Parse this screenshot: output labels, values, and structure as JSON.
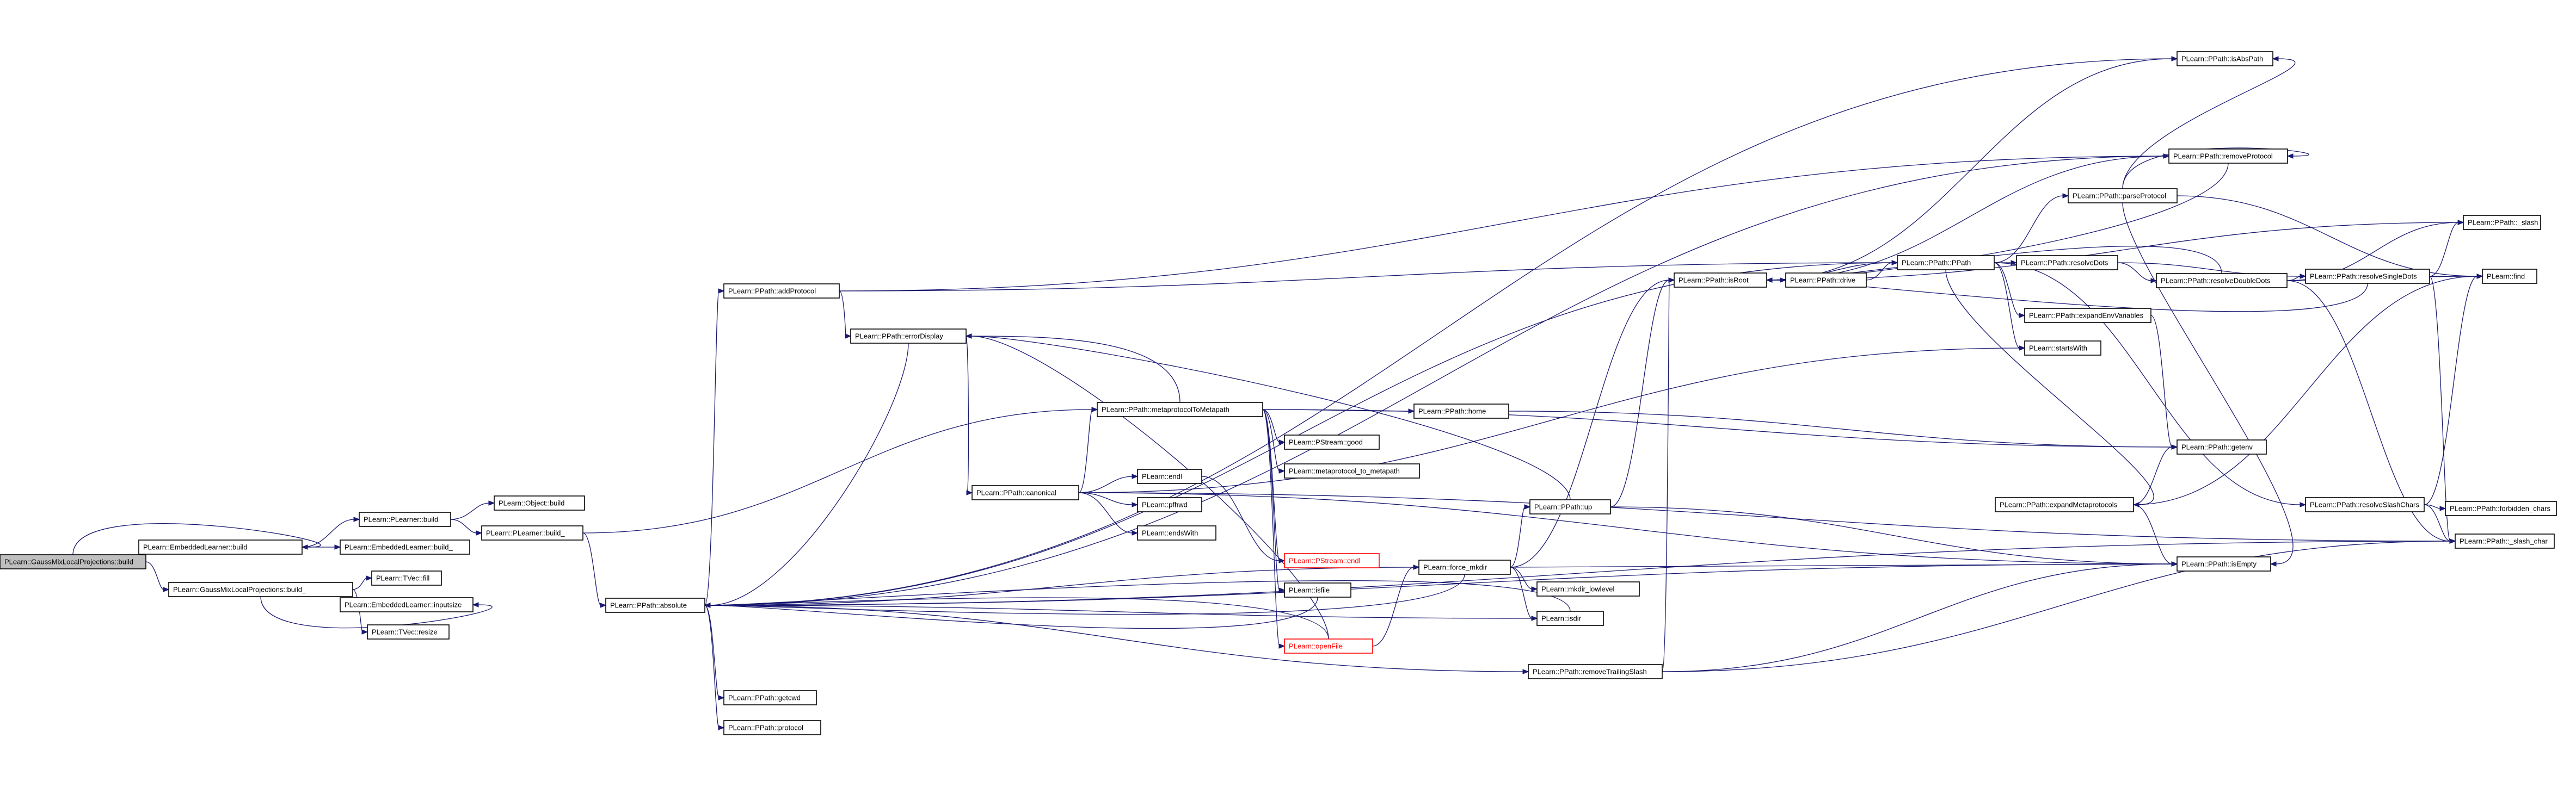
{
  "colors": {
    "edge": "#191970",
    "node_border": "#000000",
    "node_fill": "#ffffff",
    "root_fill": "#bfbfbf",
    "highlight_border": "#ff0000",
    "text": "#000000",
    "highlight_text": "#ff0000"
  },
  "nodes": [
    {
      "id": "gmlp_build",
      "label": "PLearn::GaussMixLocalProjections::build",
      "root": true
    },
    {
      "id": "el_build",
      "label": "PLearn::EmbeddedLearner::build"
    },
    {
      "id": "gmlp_build_",
      "label": "PLearn::GaussMixLocalProjections::build_"
    },
    {
      "id": "pl_build",
      "label": "PLearn::PLearner::build"
    },
    {
      "id": "el_build_",
      "label": "PLearn::EmbeddedLearner::build_"
    },
    {
      "id": "tvec_fill",
      "label": "PLearn::TVec::fill"
    },
    {
      "id": "el_inputsize",
      "label": "PLearn::EmbeddedLearner::inputsize"
    },
    {
      "id": "tvec_resize",
      "label": "PLearn::TVec::resize"
    },
    {
      "id": "obj_build",
      "label": "PLearn::Object::build"
    },
    {
      "id": "pl_build_",
      "label": "PLearn::PLearner::build_"
    },
    {
      "id": "ppath_absolute",
      "label": "PLearn::PPath::absolute"
    },
    {
      "id": "ppath_addprotocol",
      "label": "PLearn::PPath::addProtocol"
    },
    {
      "id": "ppath_errordisplay",
      "label": "PLearn::PPath::errorDisplay"
    },
    {
      "id": "ppath_canonical",
      "label": "PLearn::PPath::canonical"
    },
    {
      "id": "ppath_getcwd",
      "label": "PLearn::PPath::getcwd"
    },
    {
      "id": "ppath_protocol",
      "label": "PLearn::PPath::protocol"
    },
    {
      "id": "ppath_metaproto",
      "label": "PLearn::PPath::metaprotocolToMetapath"
    },
    {
      "id": "endl",
      "label": "PLearn::endl"
    },
    {
      "id": "pfhwd",
      "label": "PLearn::pfhwd"
    },
    {
      "id": "endswith",
      "label": "PLearn::endsWith"
    },
    {
      "id": "pstream_endl",
      "label": "PLearn::PStream::endl",
      "highlight": true
    },
    {
      "id": "isfile",
      "label": "PLearn::isfile"
    },
    {
      "id": "openfile",
      "label": "PLearn::openFile",
      "highlight": true
    },
    {
      "id": "ppath_home",
      "label": "PLearn::PPath::home"
    },
    {
      "id": "pstream_good",
      "label": "PLearn::PStream::good"
    },
    {
      "id": "metaproto_to_metapath",
      "label": "PLearn::metaprotocol_to_metapath"
    },
    {
      "id": "force_mkdir",
      "label": "PLearn::force_mkdir"
    },
    {
      "id": "mkdir_lowlevel",
      "label": "PLearn::mkdir_lowlevel"
    },
    {
      "id": "isdir",
      "label": "PLearn::isdir"
    },
    {
      "id": "ppath_up",
      "label": "PLearn::PPath::up"
    },
    {
      "id": "ppath_removetrailing",
      "label": "PLearn::PPath::removeTrailingSlash"
    },
    {
      "id": "ppath_isroot",
      "label": "PLearn::PPath::isRoot"
    },
    {
      "id": "ppath_drive",
      "label": "PLearn::PPath::drive"
    },
    {
      "id": "ppath_ppath",
      "label": "PLearn::PPath::PPath"
    },
    {
      "id": "ppath_resolvedots",
      "label": "PLearn::PPath::resolveDots"
    },
    {
      "id": "ppath_resolvedoubledots",
      "label": "PLearn::PPath::resolveDoubleDots"
    },
    {
      "id": "ppath_resolvesingledots",
      "label": "PLearn::PPath::resolveSingleDots"
    },
    {
      "id": "ppath_parseprotocol",
      "label": "PLearn::PPath::parseProtocol"
    },
    {
      "id": "ppath_expandenv",
      "label": "PLearn::PPath::expandEnvVariables"
    },
    {
      "id": "startswith",
      "label": "PLearn::startsWith"
    },
    {
      "id": "ppath_expandmeta",
      "label": "PLearn::PPath::expandMetaprotocols"
    },
    {
      "id": "ppath_resolveslash",
      "label": "PLearn::PPath::resolveSlashChars"
    },
    {
      "id": "ppath_isabspath",
      "label": "PLearn::PPath::isAbsPath"
    },
    {
      "id": "ppath_removeprotocol",
      "label": "PLearn::PPath::removeProtocol"
    },
    {
      "id": "ppath_slash",
      "label": "PLearn::PPath::_slash"
    },
    {
      "id": "find",
      "label": "PLearn::find"
    },
    {
      "id": "ppath_getenv",
      "label": "PLearn::PPath::getenv"
    },
    {
      "id": "ppath_isempty",
      "label": "PLearn::PPath::isEmpty"
    },
    {
      "id": "ppath_forbidden",
      "label": "PLearn::PPath::forbidden_chars"
    },
    {
      "id": "ppath_slash_char",
      "label": "PLearn::PPath::_slash_char"
    }
  ],
  "edges": [
    [
      "gmlp_build",
      "el_build"
    ],
    [
      "gmlp_build",
      "gmlp_build_"
    ],
    [
      "el_build",
      "pl_build"
    ],
    [
      "el_build",
      "el_build_"
    ],
    [
      "pl_build",
      "obj_build"
    ],
    [
      "pl_build",
      "pl_build_"
    ],
    [
      "pl_build_",
      "ppath_absolute"
    ],
    [
      "pl_build_",
      "ppath_metaproto"
    ],
    [
      "gmlp_build_",
      "tvec_fill"
    ],
    [
      "gmlp_build_",
      "el_inputsize"
    ],
    [
      "gmlp_build_",
      "tvec_resize"
    ],
    [
      "ppath_absolute",
      "ppath_addprotocol"
    ],
    [
      "ppath_absolute",
      "ppath_getcwd"
    ],
    [
      "ppath_absolute",
      "ppath_protocol"
    ],
    [
      "ppath_absolute",
      "ppath_isabspath"
    ],
    [
      "ppath_absolute",
      "ppath_removeprotocol"
    ],
    [
      "ppath_absolute",
      "ppath_ppath"
    ],
    [
      "ppath_absolute",
      "ppath_isempty"
    ],
    [
      "ppath_absolute",
      "ppath_removetrailing"
    ],
    [
      "ppath_absolute",
      "force_mkdir"
    ],
    [
      "ppath_absolute",
      "isdir"
    ],
    [
      "ppath_absolute",
      "ppath_slash_char"
    ],
    [
      "ppath_addprotocol",
      "ppath_errordisplay"
    ],
    [
      "ppath_addprotocol",
      "ppath_ppath"
    ],
    [
      "ppath_addprotocol",
      "ppath_removeprotocol"
    ],
    [
      "ppath_errordisplay",
      "ppath_canonical"
    ],
    [
      "ppath_errordisplay",
      "ppath_absolute"
    ],
    [
      "ppath_canonical",
      "ppath_metaproto"
    ],
    [
      "ppath_canonical",
      "endl"
    ],
    [
      "ppath_canonical",
      "pfhwd"
    ],
    [
      "ppath_canonical",
      "endswith"
    ],
    [
      "ppath_canonical",
      "startswith"
    ],
    [
      "ppath_canonical",
      "ppath_isempty"
    ],
    [
      "ppath_canonical",
      "ppath_slash_char"
    ],
    [
      "ppath_metaproto",
      "ppath_home"
    ],
    [
      "ppath_metaproto",
      "pstream_good"
    ],
    [
      "ppath_metaproto",
      "metaproto_to_metapath"
    ],
    [
      "ppath_metaproto",
      "pstream_endl"
    ],
    [
      "ppath_metaproto",
      "isfile"
    ],
    [
      "ppath_metaproto",
      "openfile"
    ],
    [
      "ppath_metaproto",
      "ppath_errordisplay"
    ],
    [
      "ppath_metaproto",
      "ppath_getenv"
    ],
    [
      "endl",
      "pstream_endl"
    ],
    [
      "isfile",
      "ppath_absolute"
    ],
    [
      "openfile",
      "ppath_absolute"
    ],
    [
      "openfile",
      "force_mkdir"
    ],
    [
      "openfile",
      "ppath_errordisplay"
    ],
    [
      "ppath_home",
      "ppath_getenv"
    ],
    [
      "force_mkdir",
      "ppath_absolute"
    ],
    [
      "force_mkdir",
      "mkdir_lowlevel"
    ],
    [
      "force_mkdir",
      "isdir"
    ],
    [
      "force_mkdir",
      "ppath_up"
    ],
    [
      "force_mkdir",
      "ppath_isroot"
    ],
    [
      "force_mkdir",
      "ppath_isempty"
    ],
    [
      "ppath_up",
      "ppath_isroot"
    ],
    [
      "ppath_up",
      "ppath_errordisplay"
    ],
    [
      "ppath_up",
      "ppath_isempty"
    ],
    [
      "ppath_removetrailing",
      "ppath_isroot"
    ],
    [
      "ppath_removetrailing",
      "ppath_isempty"
    ],
    [
      "ppath_removetrailing",
      "ppath_slash_char"
    ],
    [
      "isdir",
      "ppath_absolute"
    ],
    [
      "ppath_isroot",
      "ppath_drive"
    ],
    [
      "ppath_isroot",
      "ppath_ppath"
    ],
    [
      "ppath_isroot",
      "ppath_isabspath"
    ],
    [
      "ppath_isroot",
      "ppath_removeprotocol"
    ],
    [
      "ppath_isroot",
      "ppath_slash"
    ],
    [
      "ppath_drive",
      "ppath_ppath"
    ],
    [
      "ppath_ppath",
      "ppath_resolvedots"
    ],
    [
      "ppath_ppath",
      "ppath_expandenv"
    ],
    [
      "ppath_ppath",
      "startswith"
    ],
    [
      "ppath_ppath",
      "ppath_expandmeta"
    ],
    [
      "ppath_ppath",
      "ppath_resolveslash"
    ],
    [
      "ppath_ppath",
      "ppath_parseprotocol"
    ],
    [
      "ppath_resolvedots",
      "ppath_resolvedoubledots"
    ],
    [
      "ppath_resolvedots",
      "ppath_resolvesingledots"
    ],
    [
      "ppath_resolvedoubledots",
      "ppath_isroot"
    ],
    [
      "ppath_resolvedoubledots",
      "ppath_slash"
    ],
    [
      "ppath_resolvedoubledots",
      "find"
    ],
    [
      "ppath_resolvedoubledots",
      "ppath_resolvesingledots"
    ],
    [
      "ppath_resolvedoubledots",
      "ppath_slash_char"
    ],
    [
      "ppath_resolvesingledots",
      "ppath_isroot"
    ],
    [
      "ppath_resolvesingledots",
      "ppath_slash"
    ],
    [
      "ppath_resolvesingledots",
      "find"
    ],
    [
      "ppath_resolvesingledots",
      "ppath_slash_char"
    ],
    [
      "ppath_parseprotocol",
      "ppath_isabspath"
    ],
    [
      "ppath_parseprotocol",
      "ppath_removeprotocol"
    ],
    [
      "ppath_parseprotocol",
      "ppath_isempty"
    ],
    [
      "ppath_parseprotocol",
      "find"
    ],
    [
      "ppath_expandenv",
      "ppath_getenv"
    ],
    [
      "ppath_expandmeta",
      "ppath_getenv"
    ],
    [
      "ppath_expandmeta",
      "ppath_isempty"
    ],
    [
      "ppath_expandmeta",
      "find"
    ],
    [
      "ppath_resolveslash",
      "ppath_forbidden"
    ],
    [
      "ppath_resolveslash",
      "ppath_slash_char"
    ],
    [
      "ppath_resolveslash",
      "find"
    ],
    [
      "ppath_removeprotocol",
      "ppath_isroot"
    ]
  ]
}
